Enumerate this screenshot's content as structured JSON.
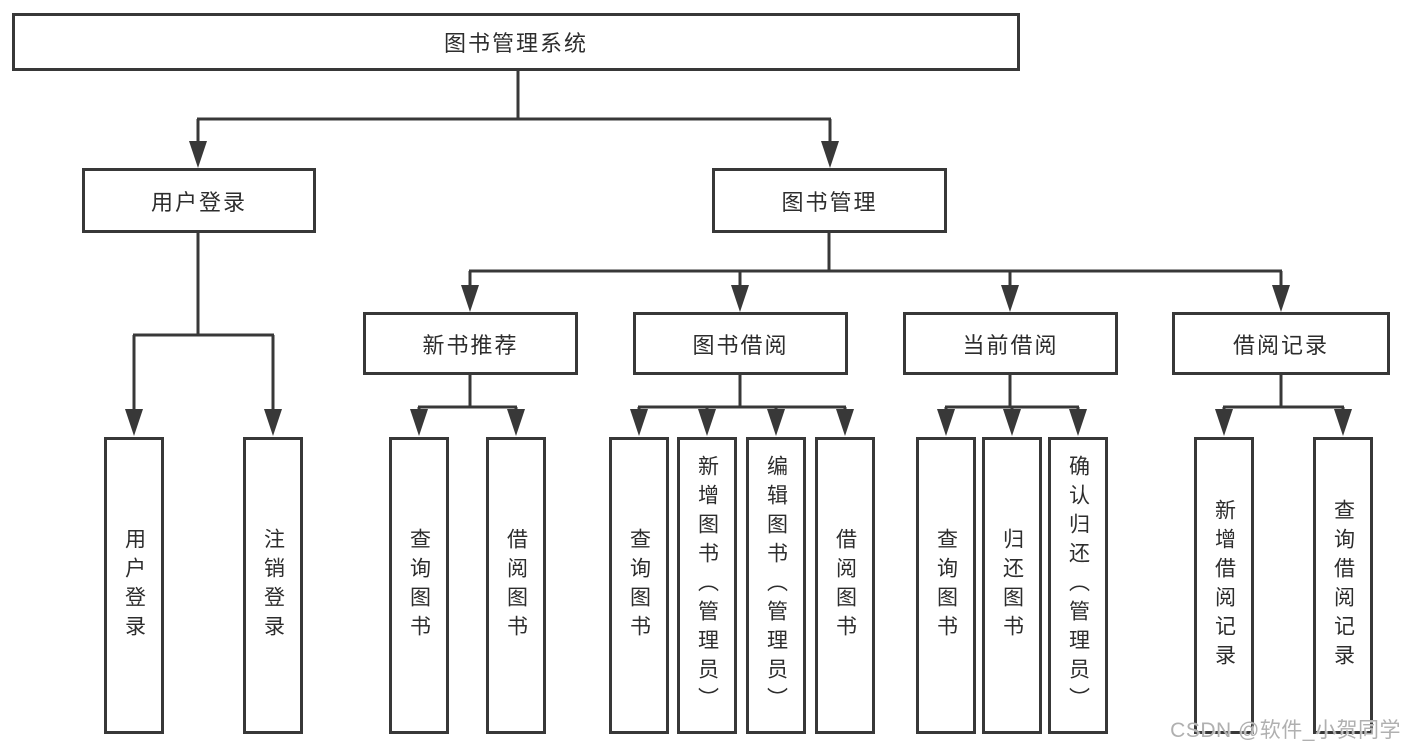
{
  "tree": {
    "root": {
      "label": "图书管理系统",
      "children": [
        {
          "label": "用户登录",
          "children": [
            {
              "label": "用户登录"
            },
            {
              "label": "注销登录"
            }
          ]
        },
        {
          "label": "图书管理",
          "children": [
            {
              "label": "新书推荐",
              "children": [
                {
                  "label": "查询图书"
                },
                {
                  "label": "借阅图书"
                }
              ]
            },
            {
              "label": "图书借阅",
              "children": [
                {
                  "label": "查询图书"
                },
                {
                  "label": "新增图书（管理员）"
                },
                {
                  "label": "编辑图书（管理员）"
                },
                {
                  "label": "借阅图书"
                }
              ]
            },
            {
              "label": "当前借阅",
              "children": [
                {
                  "label": "查询图书"
                },
                {
                  "label": "归还图书"
                },
                {
                  "label": "确认归还（管理员）"
                }
              ]
            },
            {
              "label": "借阅记录",
              "children": [
                {
                  "label": "新增借阅记录"
                },
                {
                  "label": "查询借阅记录"
                }
              ]
            }
          ]
        }
      ]
    }
  },
  "watermark": {
    "text": "CSDN @软件_小贺同学"
  },
  "colors": {
    "line": "#383838",
    "box_border": "#383838",
    "box_fill": "#ffffff",
    "text": "#2d2d2d",
    "watermark": "#b0b0b0",
    "background": "#ffffff"
  }
}
